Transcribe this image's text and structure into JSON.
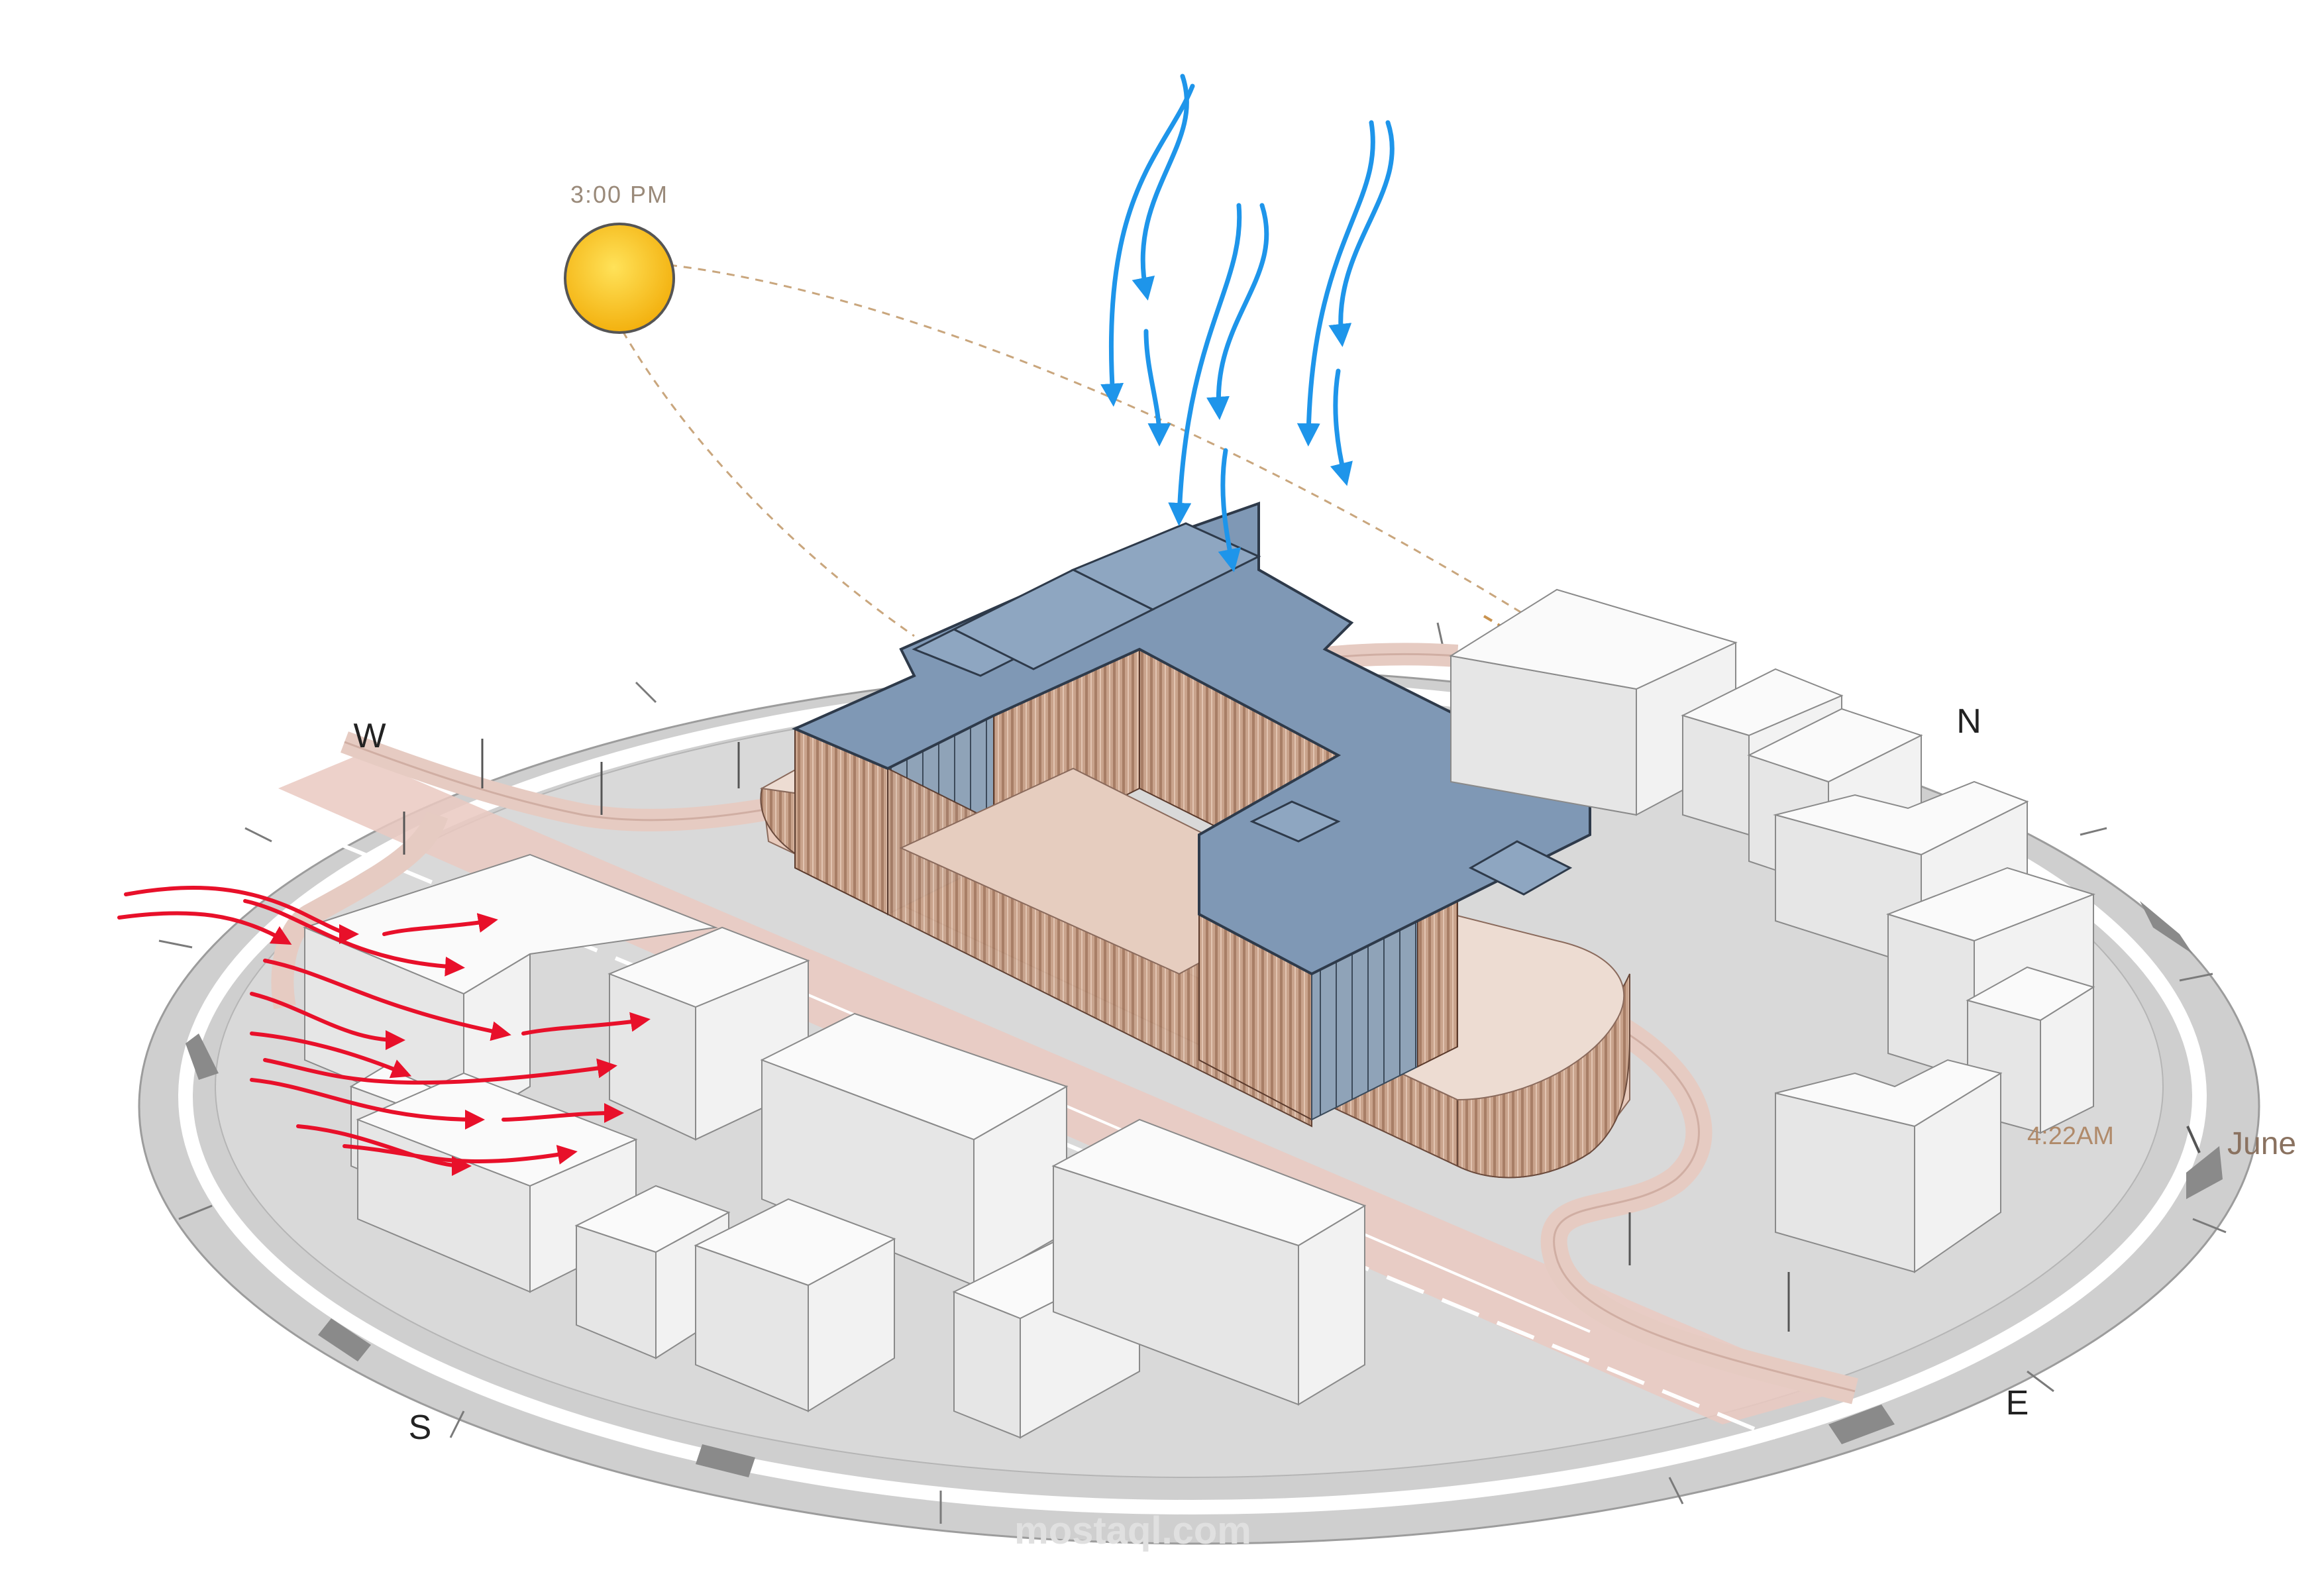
{
  "labels": {
    "sun_time": "3:00 PM",
    "sunrise_time": "4:22AM",
    "month": "June",
    "north": "N",
    "south": "S",
    "east": "E",
    "west": "W",
    "watermark": "mostaql.com"
  },
  "colors": {
    "roof": "#7f98b5",
    "facade": "#c8a088",
    "rain": "#1e95ea",
    "wind": "#e8102a",
    "sun": "#f9c21a",
    "site": "#d7d7d7",
    "road": "#e9cfc8",
    "sun_path": "#c9a67d"
  },
  "icons": [
    "sun-icon",
    "rain-arrow-icon",
    "wind-arrow-icon"
  ]
}
